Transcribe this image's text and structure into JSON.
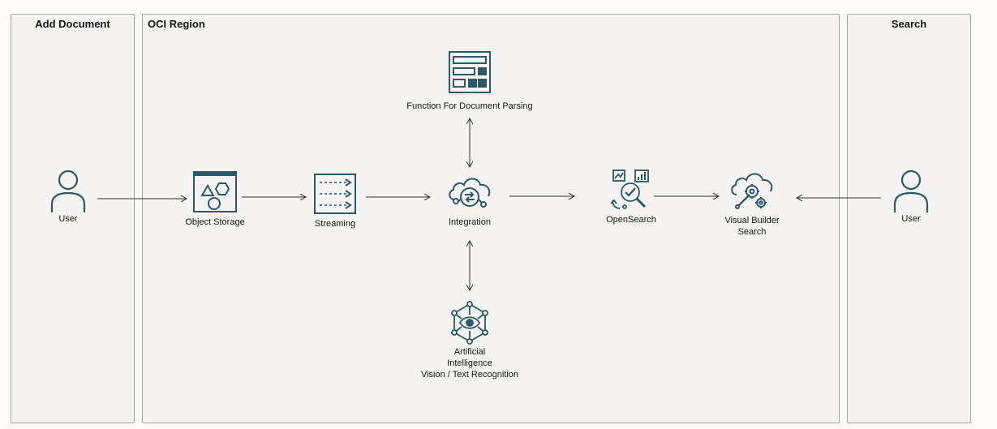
{
  "colors": {
    "icon": "#2c5967",
    "panel_bg": "#f5f4f2",
    "panel_border": "#a7a39e",
    "arrow": "#312d2a"
  },
  "panels": {
    "add_document": "Add Document",
    "oci_region": "OCI Region",
    "search": "Search"
  },
  "nodes": {
    "user_left": {
      "label": "User",
      "icon": "user-icon"
    },
    "object_storage": {
      "label": "Object Storage",
      "icon": "object-storage-icon"
    },
    "streaming": {
      "label": "Streaming",
      "icon": "streaming-icon"
    },
    "integration": {
      "label": "Integration",
      "icon": "integration-cloud-icon"
    },
    "function": {
      "label": "Function For Document Parsing",
      "icon": "function-layout-icon"
    },
    "ai_vision": {
      "label_line1": "Artificial",
      "label_line2": "Intelligence",
      "label_line3": "Vision / Text Recognition",
      "icon": "ai-vision-icon"
    },
    "opensearch": {
      "label": "OpenSearch",
      "icon": "opensearch-icon"
    },
    "visual_builder": {
      "label_line1": "Visual Builder",
      "label_line2": "Search",
      "icon": "visual-builder-cloud-icon"
    },
    "user_right": {
      "label": "User",
      "icon": "user-icon"
    }
  }
}
